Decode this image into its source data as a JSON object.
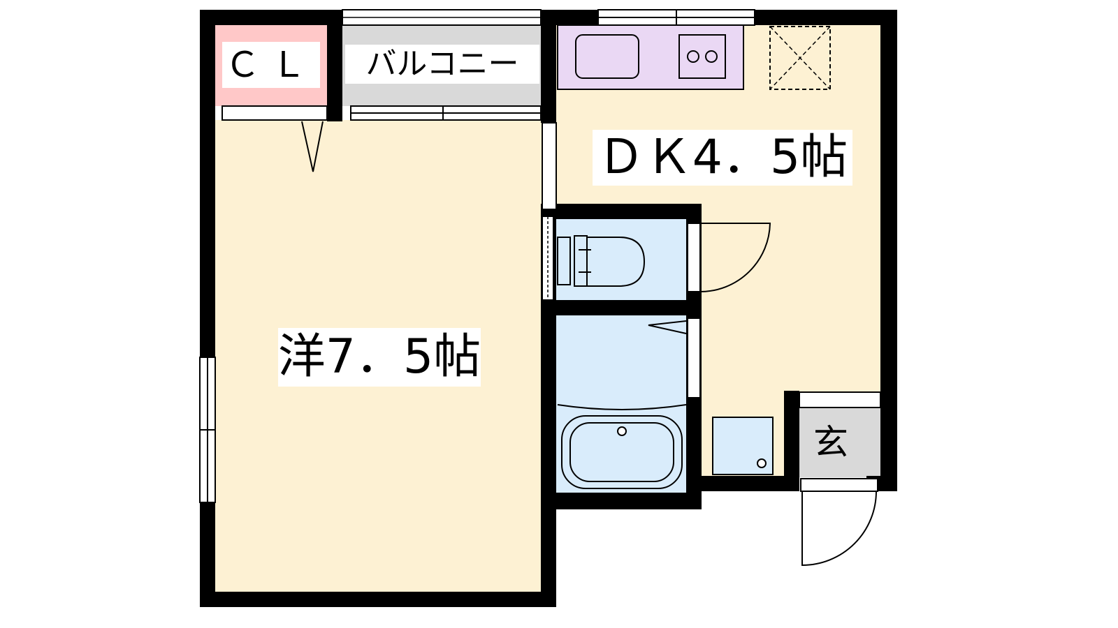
{
  "floor_plan": {
    "rooms": {
      "closet": {
        "label": "ＣＬ"
      },
      "balcony": {
        "label": "バルコニー"
      },
      "dining_kitchen": {
        "label": "ＤＫ4．5帖"
      },
      "western_room": {
        "label": "洋7．5帖"
      },
      "entrance": {
        "label": "玄"
      }
    },
    "colors": {
      "room_fill": "#fdf1d3",
      "closet_fill": "#ffc8c8",
      "kitchen_fill": "#ead8f4",
      "bath_fill": "#d9ecfb",
      "balcony_fill": "#d9d9d9",
      "entrance_fill": "#d9d9d9",
      "wall": "#000000"
    }
  }
}
